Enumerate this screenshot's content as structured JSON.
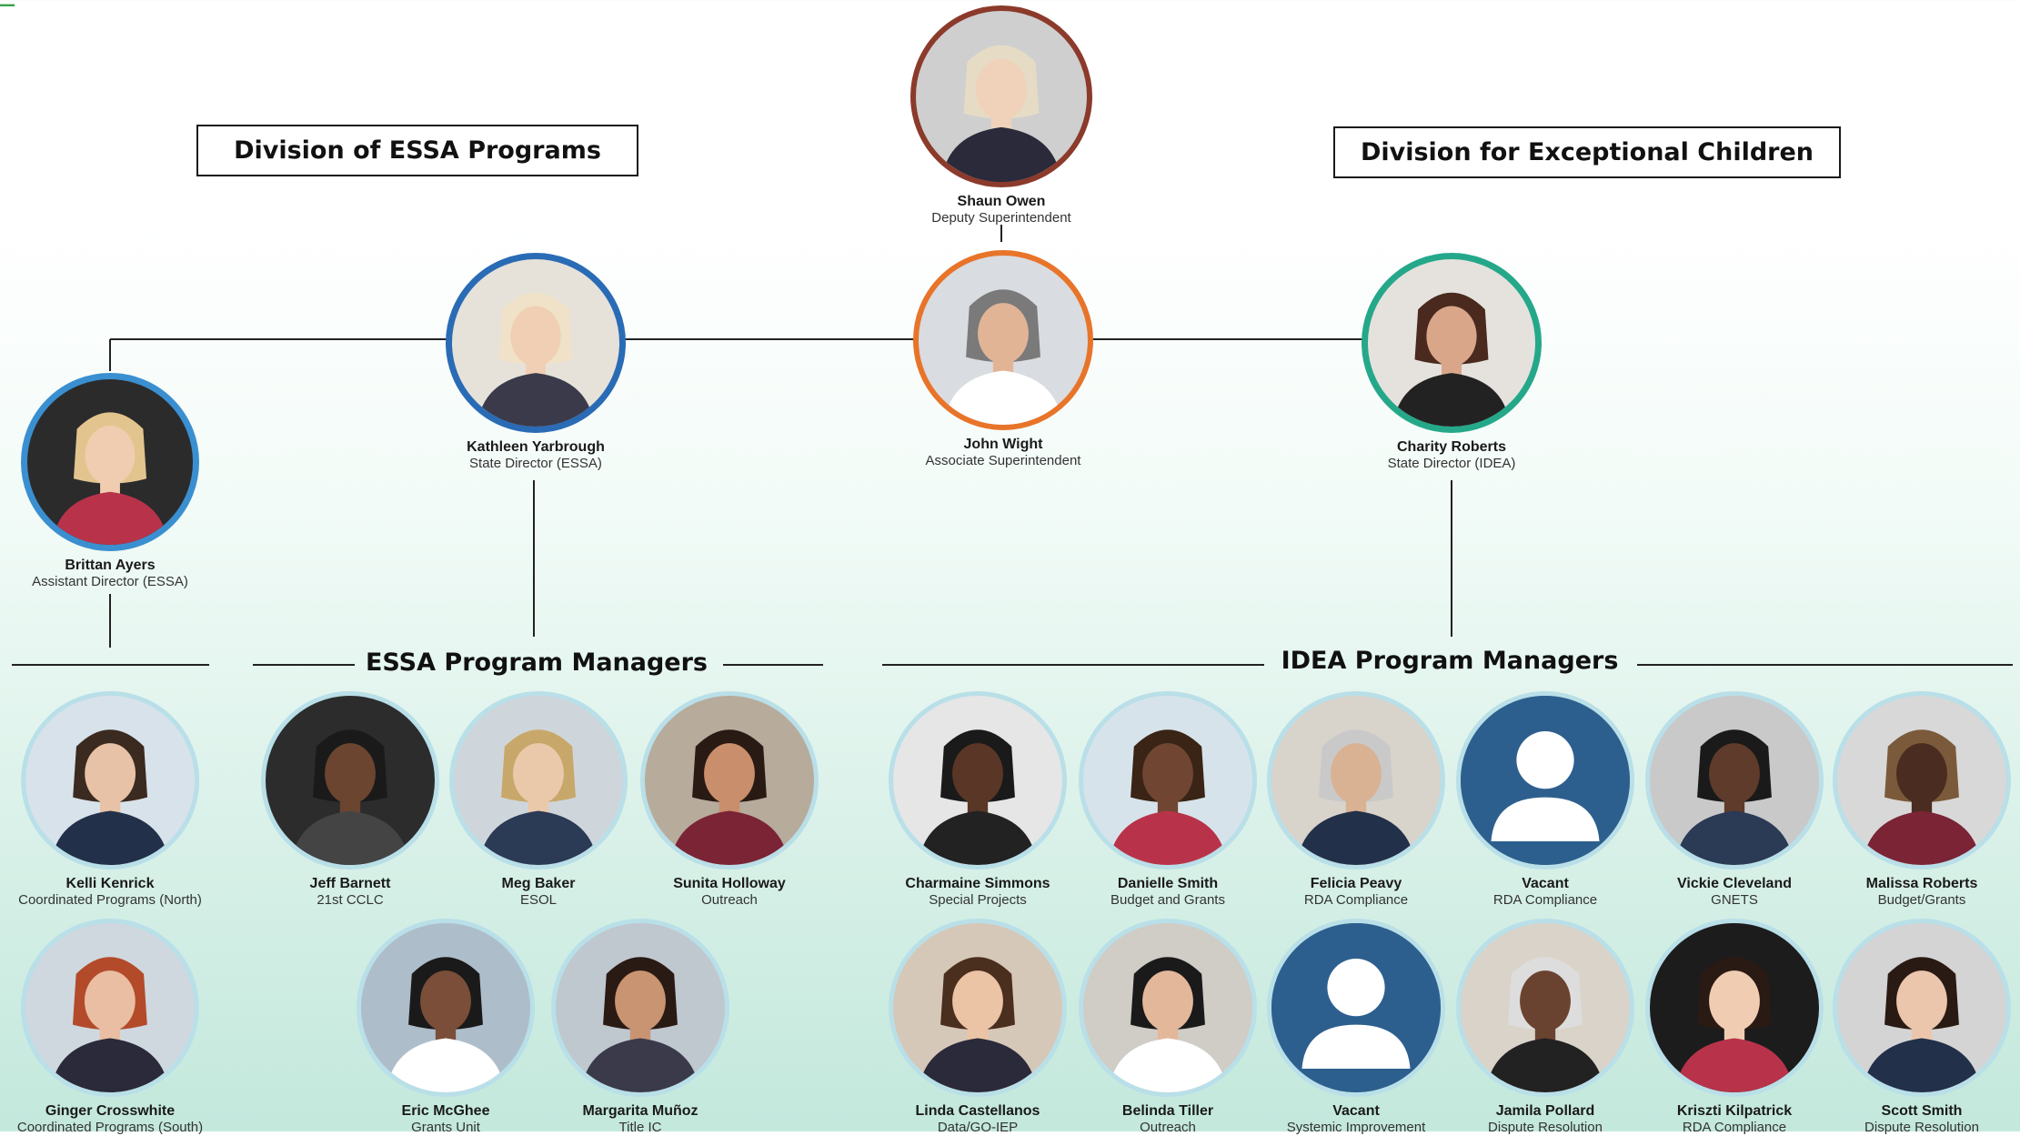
{
  "divisions": {
    "essa": "Division of ESSA Programs",
    "exceptional": "Division for Exceptional Children"
  },
  "sections": {
    "essa_managers": "ESSA Program Managers",
    "idea_managers": "IDEA Program Managers"
  },
  "leaders": {
    "deputy": {
      "name": "Shaun Owen",
      "role": "Deputy Superintendent"
    },
    "associate": {
      "name": "John Wight",
      "role": "Associate Superintendent"
    },
    "essa_director": {
      "name": "Kathleen Yarbrough",
      "role": "State Director (ESSA)"
    },
    "idea_director": {
      "name": "Charity Roberts",
      "role": "State Director (IDEA)"
    },
    "essa_assistant": {
      "name": "Brittan Ayers",
      "role": "Assistant Director (ESSA)"
    }
  },
  "essa_managers": [
    {
      "name": "Kelli Kenrick",
      "role": "Coordinated Programs (North)"
    },
    {
      "name": "Jeff Barnett",
      "role": "21st CCLC"
    },
    {
      "name": "Meg Baker",
      "role": "ESOL"
    },
    {
      "name": "Sunita Holloway",
      "role": "Outreach"
    },
    {
      "name": "Ginger Crosswhite",
      "role": "Coordinated Programs (South)"
    },
    {
      "name": "Eric McGhee",
      "role": "Grants Unit"
    },
    {
      "name": "Margarita Muñoz",
      "role": "Title IC"
    }
  ],
  "idea_managers": [
    {
      "name": "Charmaine Simmons",
      "role": "Special Projects"
    },
    {
      "name": "Danielle Smith",
      "role": "Budget and Grants"
    },
    {
      "name": "Felicia Peavy",
      "role": "RDA Compliance"
    },
    {
      "name": "Vacant",
      "role": "RDA Compliance"
    },
    {
      "name": "Vickie Cleveland",
      "role": "GNETS"
    },
    {
      "name": "Malissa Roberts",
      "role": "Budget/Grants"
    },
    {
      "name": "Linda Castellanos",
      "role": "Data/GO-IEP"
    },
    {
      "name": "Belinda Tiller",
      "role": "Outreach"
    },
    {
      "name": "Vacant",
      "role": "Systemic Improvement"
    },
    {
      "name": "Jamila Pollard",
      "role": "Dispute Resolution"
    },
    {
      "name": "Kriszti Kilpatrick",
      "role": "RDA Compliance"
    },
    {
      "name": "Scott Smith",
      "role": "Dispute Resolution"
    }
  ],
  "colors": {
    "deputy_ring": "#8b3a2b",
    "associate_ring": "#e8742a",
    "essa_ring": "#2a6bb5",
    "idea_ring": "#25a88a",
    "assistant_ring": "#3a8fd0",
    "manager_ring": "#b9dfe8",
    "vacant_bg": "#2d5f8e"
  },
  "icons": {
    "person": "person-silhouette-icon",
    "vacant": "vacant-user-icon"
  }
}
